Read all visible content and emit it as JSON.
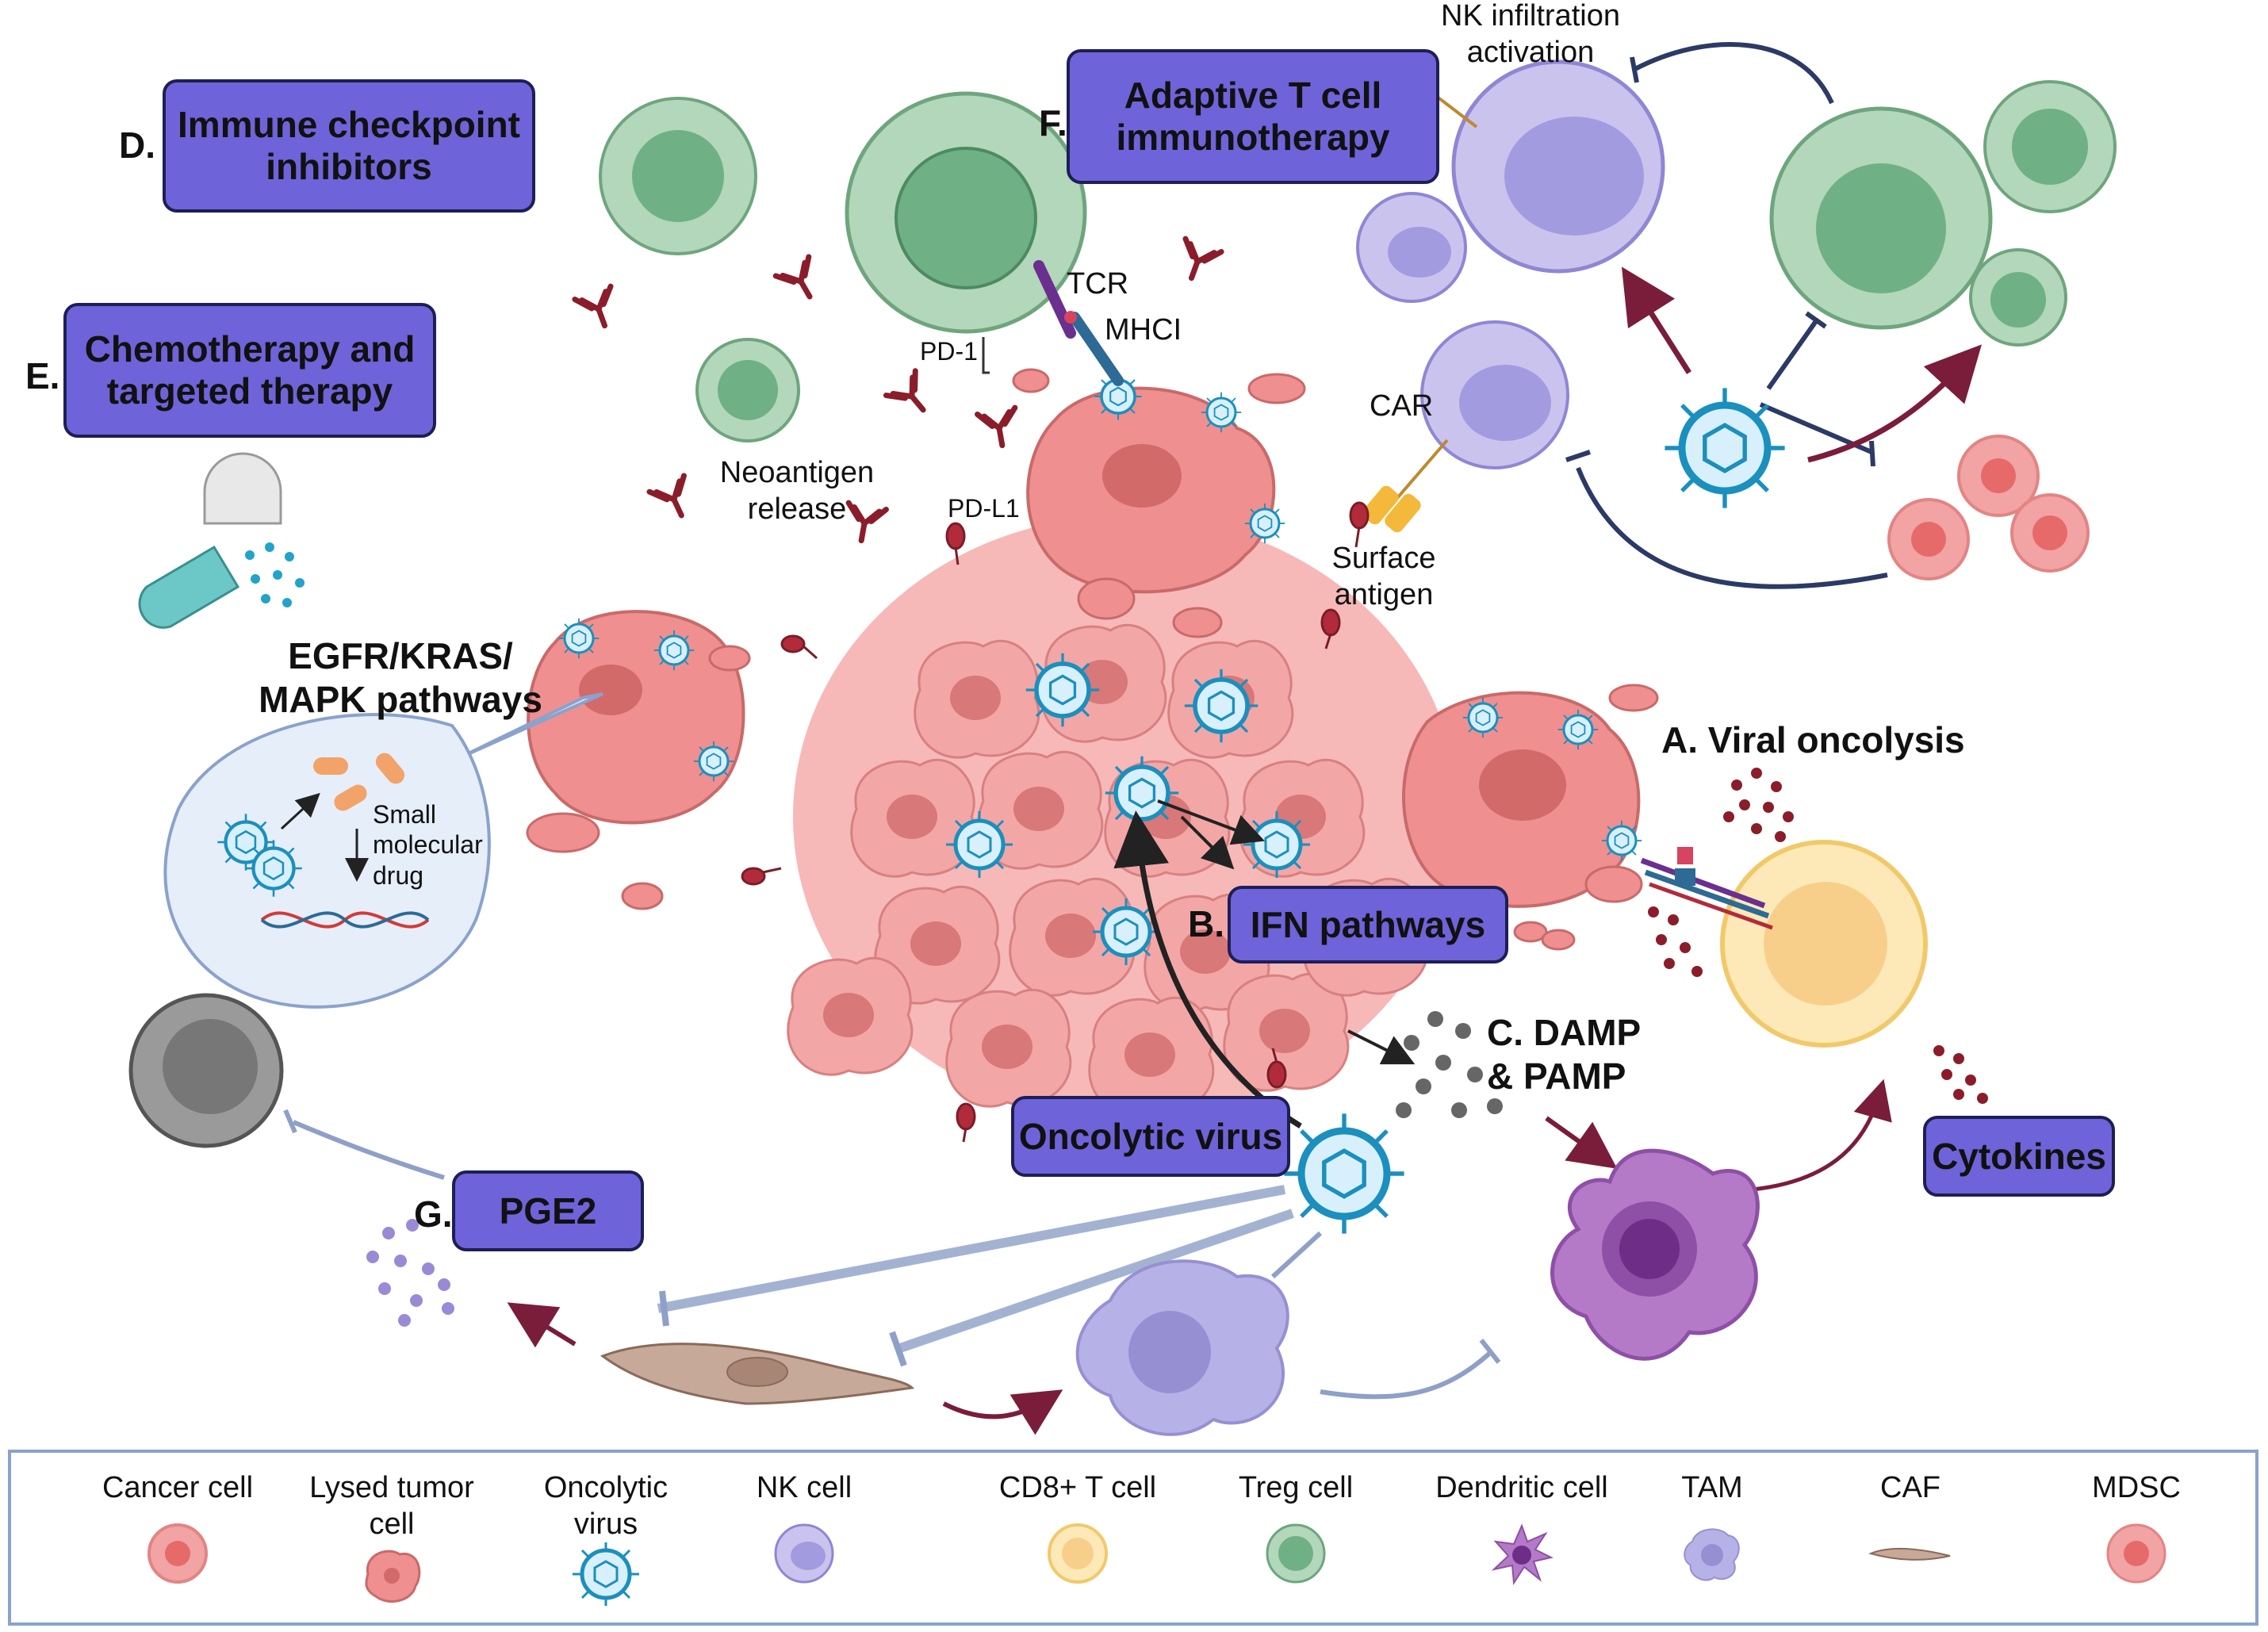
{
  "boxes": {
    "immune_checkpoint": {
      "letter": "D.",
      "label": "Immune checkpoint inhibitors"
    },
    "chemo": {
      "letter": "E.",
      "label": "Chemotherapy and targeted therapy"
    },
    "adaptive_t": {
      "letter": "F.",
      "label": "Adaptive T cell immunotherapy"
    },
    "ifn": {
      "letter": "B.",
      "label": "IFN pathways"
    },
    "oncolytic_virus": {
      "label": "Oncolytic virus"
    },
    "cytokines": {
      "label": "Cytokines"
    },
    "pge2": {
      "letter": "G.",
      "label": "PGE2"
    }
  },
  "labels": {
    "nk_infiltration": "NK infiltration activation",
    "tcr": "TCR",
    "mhci": "MHCI",
    "pd1": "PD-1",
    "pdl1": "PD-L1",
    "neoantigen": "Neoantigen release",
    "car": "CAR",
    "surface_antigen": "Surface antigen",
    "egfr": "EGFR/KRAS/ MAPK pathways",
    "small_drug": "Small molecular drug",
    "viral_oncolysis": "A. Viral oncolysis",
    "damp": "C. DAMP & PAMP"
  },
  "legend": [
    {
      "name": "cancer-cell",
      "label": "Cancer cell",
      "color": "#e98c8c"
    },
    {
      "name": "lysed-tumor-cell",
      "label": "Lysed tumor cell",
      "color": "#f08f8f"
    },
    {
      "name": "oncolytic-virus",
      "label": "Oncolytic virus",
      "color": "#2aa0c9"
    },
    {
      "name": "nk-cell",
      "label": "NK cell",
      "color": "#a39be0"
    },
    {
      "name": "cd8-t-cell",
      "label": "CD8+ T cell",
      "color": "#fbe7a8"
    },
    {
      "name": "treg-cell",
      "label": "Treg cell",
      "color": "#6fb085"
    },
    {
      "name": "dendritic-cell",
      "label": "Dendritic cell",
      "color": "#9b5bb0"
    },
    {
      "name": "tam",
      "label": "TAM",
      "color": "#b6b2e8"
    },
    {
      "name": "caf",
      "label": "CAF",
      "color": "#c7a999"
    },
    {
      "name": "mdsc",
      "label": "MDSC",
      "color": "#e66a6a"
    }
  ]
}
